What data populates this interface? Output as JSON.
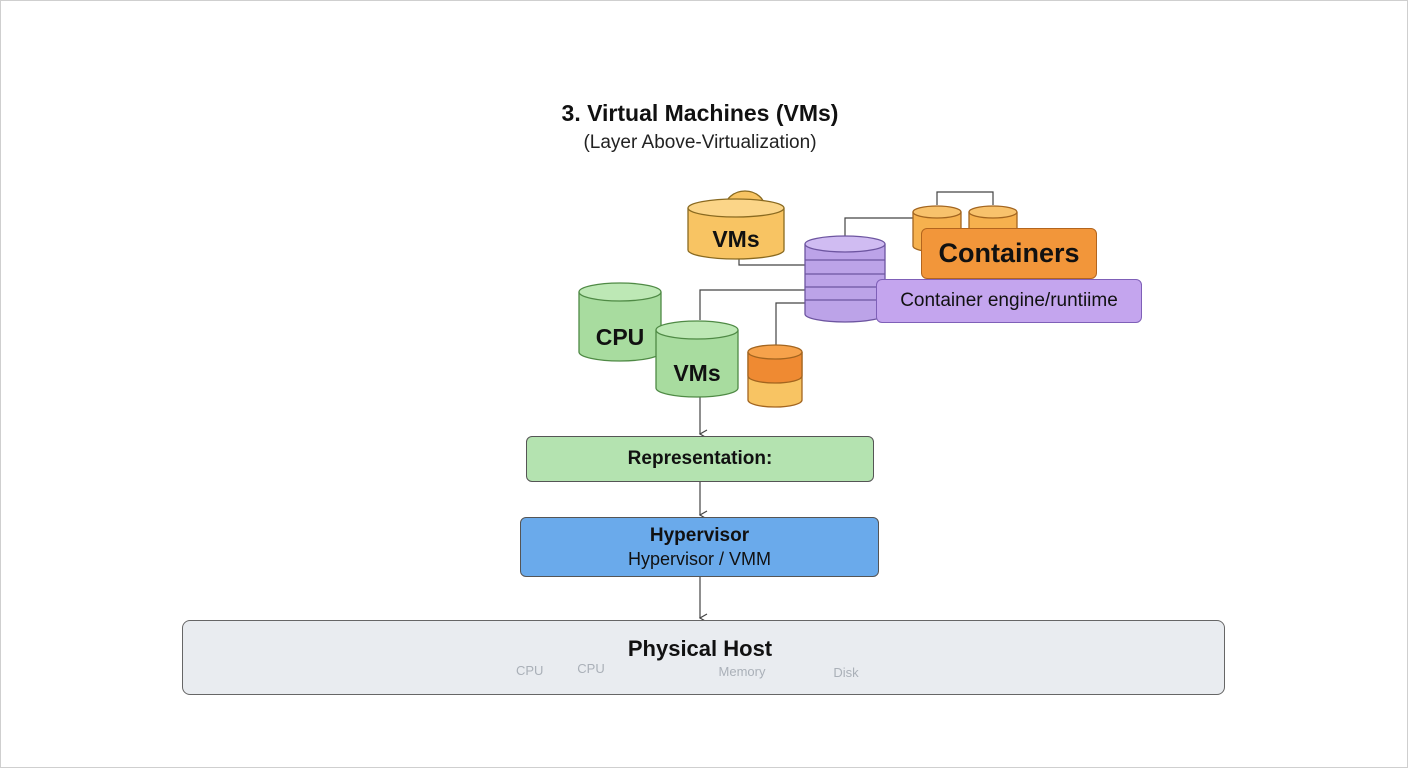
{
  "header": {
    "title": "3. Virtual Machines (VMs)",
    "subtitle": "(Layer Above-Virtualization)"
  },
  "nodes": {
    "vms_top": "VMs",
    "containers": "Containers",
    "container_engine": "Container engine/runtiime",
    "cpu": "CPU",
    "vms_middle": "VMs",
    "representation": "Representation:",
    "hypervisor_title": "Hypervisor",
    "hypervisor_subtitle": "Hypervisor / VMM",
    "physical_host": "Physical Host"
  },
  "host_components": {
    "cpu_chip": "CPU",
    "cpu_card": "CPU",
    "memory": "Memory",
    "disk": "Disk"
  },
  "colors": {
    "vm_orange": "#f8c463",
    "container_orange": "#f2963a",
    "engine_purple": "#c4a5ee",
    "cpu_green": "#a8dc9f",
    "representation_green": "#b4e3b0",
    "hypervisor_blue": "#6aaaeb",
    "host_gray": "#e9ecf0"
  }
}
